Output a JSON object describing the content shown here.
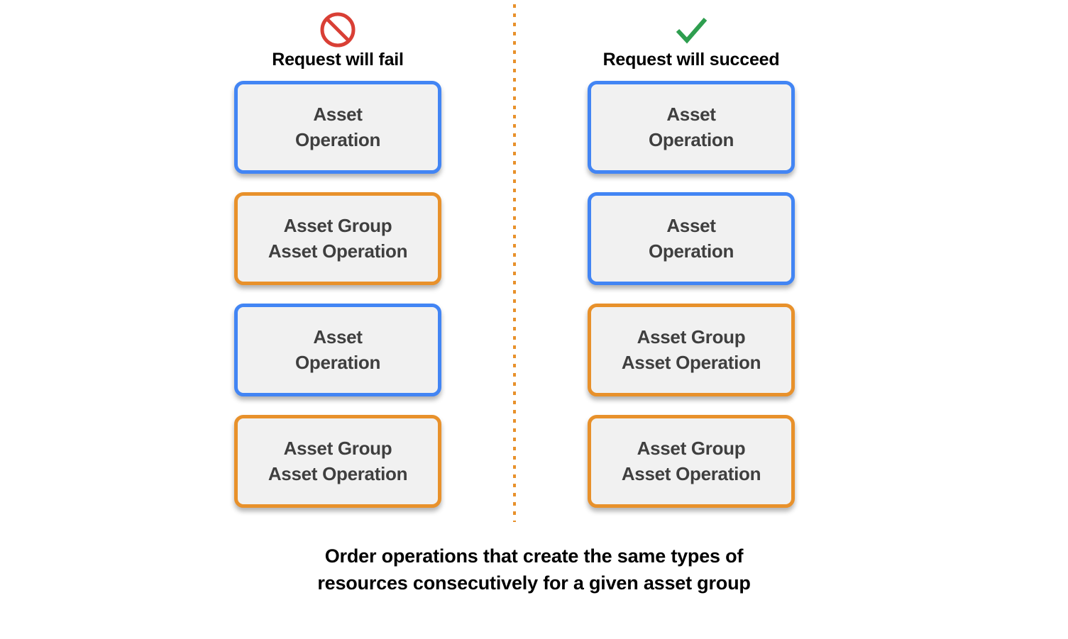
{
  "diagram": {
    "background_color": "#ffffff",
    "divider": {
      "name": "vertical-dotted-divider",
      "color": "#e8912b",
      "style": "dotted"
    },
    "colors": {
      "asset_border": "#4285f4",
      "asset_group_border": "#e8912b",
      "box_fill": "#f1f1f1",
      "box_text": "#3f3f3f",
      "fail_icon": "#d93f35",
      "succeed_icon": "#2e9e4f"
    },
    "columns": [
      {
        "id": "fail",
        "icon": "prohibition-icon",
        "icon_color": "#d93f35",
        "title": "Request will fail",
        "boxes": [
          {
            "kind": "asset",
            "lines": [
              "Asset",
              "Operation"
            ]
          },
          {
            "kind": "asset-group",
            "lines": [
              "Asset Group",
              "Asset Operation"
            ]
          },
          {
            "kind": "asset",
            "lines": [
              "Asset",
              "Operation"
            ]
          },
          {
            "kind": "asset-group",
            "lines": [
              "Asset Group",
              "Asset Operation"
            ]
          }
        ]
      },
      {
        "id": "succeed",
        "icon": "checkmark-icon",
        "icon_color": "#2e9e4f",
        "title": "Request will succeed",
        "boxes": [
          {
            "kind": "asset",
            "lines": [
              "Asset",
              "Operation"
            ]
          },
          {
            "kind": "asset",
            "lines": [
              "Asset",
              "Operation"
            ]
          },
          {
            "kind": "asset-group",
            "lines": [
              "Asset Group",
              "Asset Operation"
            ]
          },
          {
            "kind": "asset-group",
            "lines": [
              "Asset Group",
              "Asset Operation"
            ]
          }
        ]
      }
    ],
    "caption": {
      "line1": "Order operations that create the same types of",
      "line2": "resources consecutively for a given asset group"
    }
  }
}
